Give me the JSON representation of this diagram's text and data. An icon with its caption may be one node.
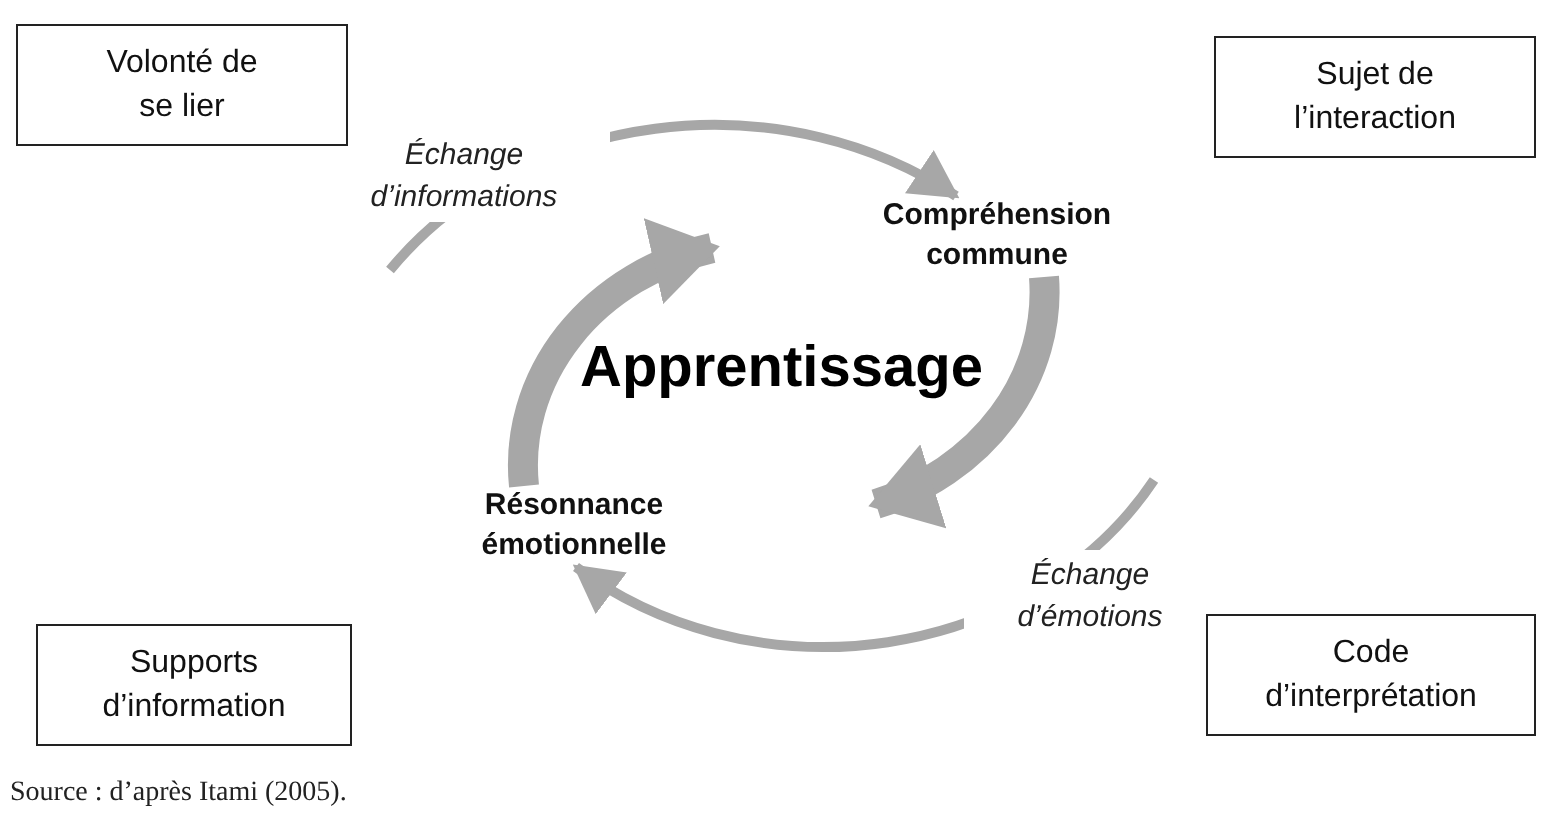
{
  "diagram": {
    "caption": "Source : d’après Itami (2005).",
    "nodes": [
      {
        "text": [
          "Volonté de se lier"
        ]
      },
      {
        "text": [
          "Sujet de l’interaction"
        ]
      },
      {
        "text": [
          "Supports d’information"
        ]
      },
      {
        "text": [
          "Code d’interprétation"
        ]
      },
      {
        "text": [
          "Compréhension commune"
        ]
      },
      {
        "text": [
          "Résonnance émotionnelle"
        ]
      }
    ],
    "edges": [
      {
        "from": null,
        "to": 4,
        "arrow": "to",
        "label": "Échange d’informations"
      },
      {
        "from": 4,
        "to": null,
        "arrow": "to",
        "style": "thick"
      },
      {
        "from": null,
        "to": 5,
        "arrow": "to",
        "label": "Échange d’émotions"
      },
      {
        "from": 5,
        "to": null,
        "arrow": "to",
        "style": "thick"
      }
    ],
    "labels": [
      "Apprentissage"
    ]
  }
}
